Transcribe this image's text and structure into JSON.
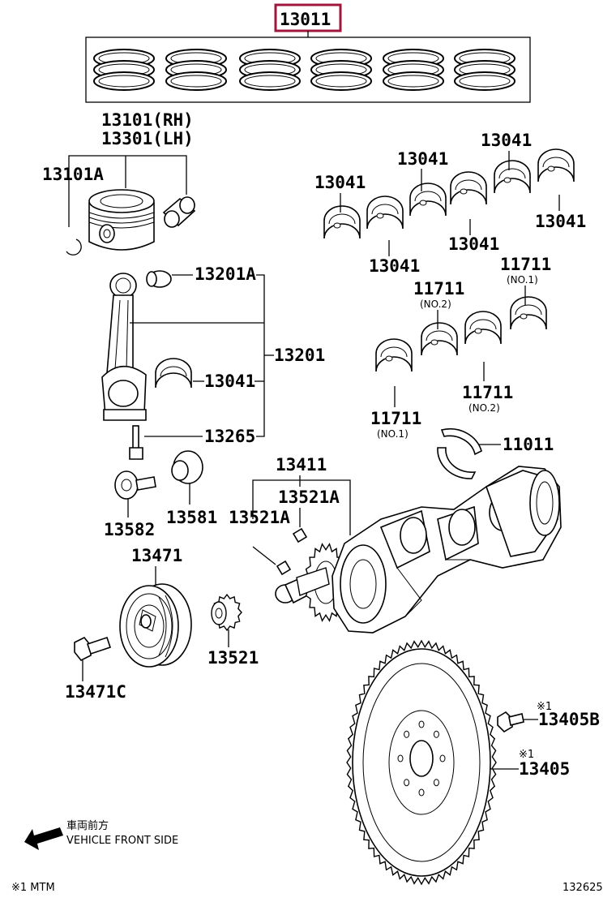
{
  "highlight_color": "#a0173d",
  "labels": {
    "p13011": "13011",
    "p13101": "13101(RH)",
    "p13301": "13301(LH)",
    "p13101a": "13101A",
    "p13041_a": "13041",
    "p13041_b": "13041",
    "p13041_c": "13041",
    "p13041_d": "13041",
    "p13041_e": "13041",
    "p13041_f": "13041",
    "p13041_rod": "13041",
    "p11711_a": "11711",
    "p11711_a_sub": "(NO.1)",
    "p11711_b": "11711",
    "p11711_b_sub": "(NO.2)",
    "p11711_c": "11711",
    "p11711_c_sub": "(NO.2)",
    "p11711_d": "11711",
    "p11711_d_sub": "(NO.1)",
    "p13201a": "13201A",
    "p13201": "13201",
    "p13265": "13265",
    "p11011": "11011",
    "p13411": "13411",
    "p13521a_1": "13521A",
    "p13521a_2": "13521A",
    "p13582": "13582",
    "p13581": "13581",
    "p13471": "13471",
    "p13521": "13521",
    "p13471c": "13471C",
    "p13405b_mark": "※1",
    "p13405b": "13405B",
    "p13405_mark": "※1",
    "p13405": "13405"
  },
  "direction": {
    "jp": "車両前方",
    "en": "VEHICLE FRONT SIDE"
  },
  "footnote": "※1 MTM",
  "figure_id": "132625"
}
